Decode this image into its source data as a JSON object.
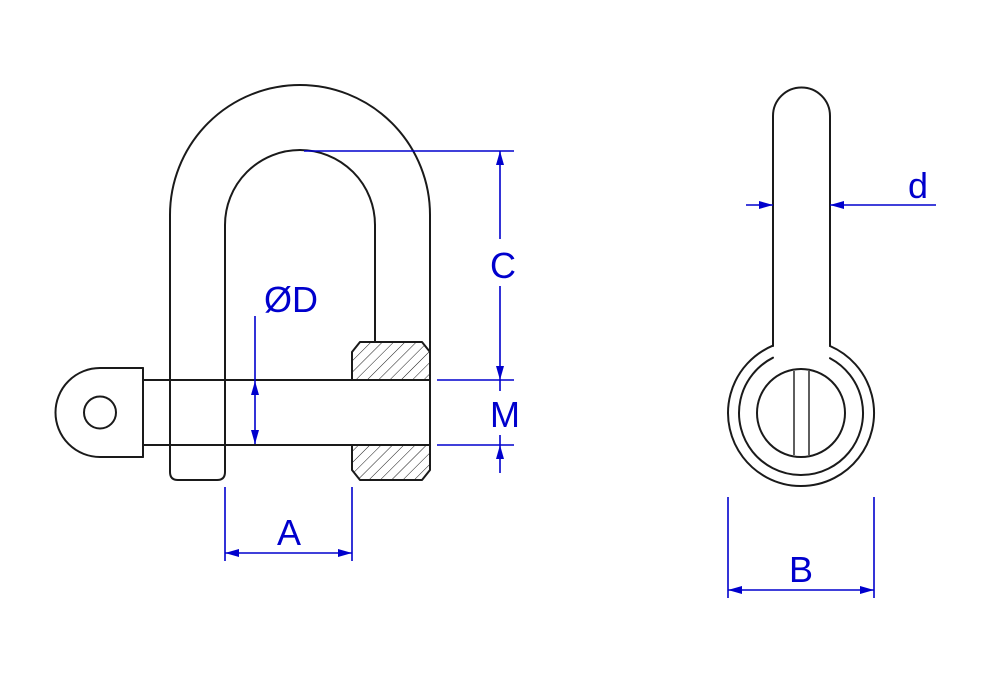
{
  "colors": {
    "background": "#ffffff",
    "geometry": "#1a1a1a",
    "dimension": "#0000cd"
  },
  "labels": {
    "inner_height": "C",
    "pin_diameter": "ØD",
    "thread_size": "M",
    "inner_width": "A",
    "shaft_diameter": "d",
    "eye_width": "B"
  }
}
